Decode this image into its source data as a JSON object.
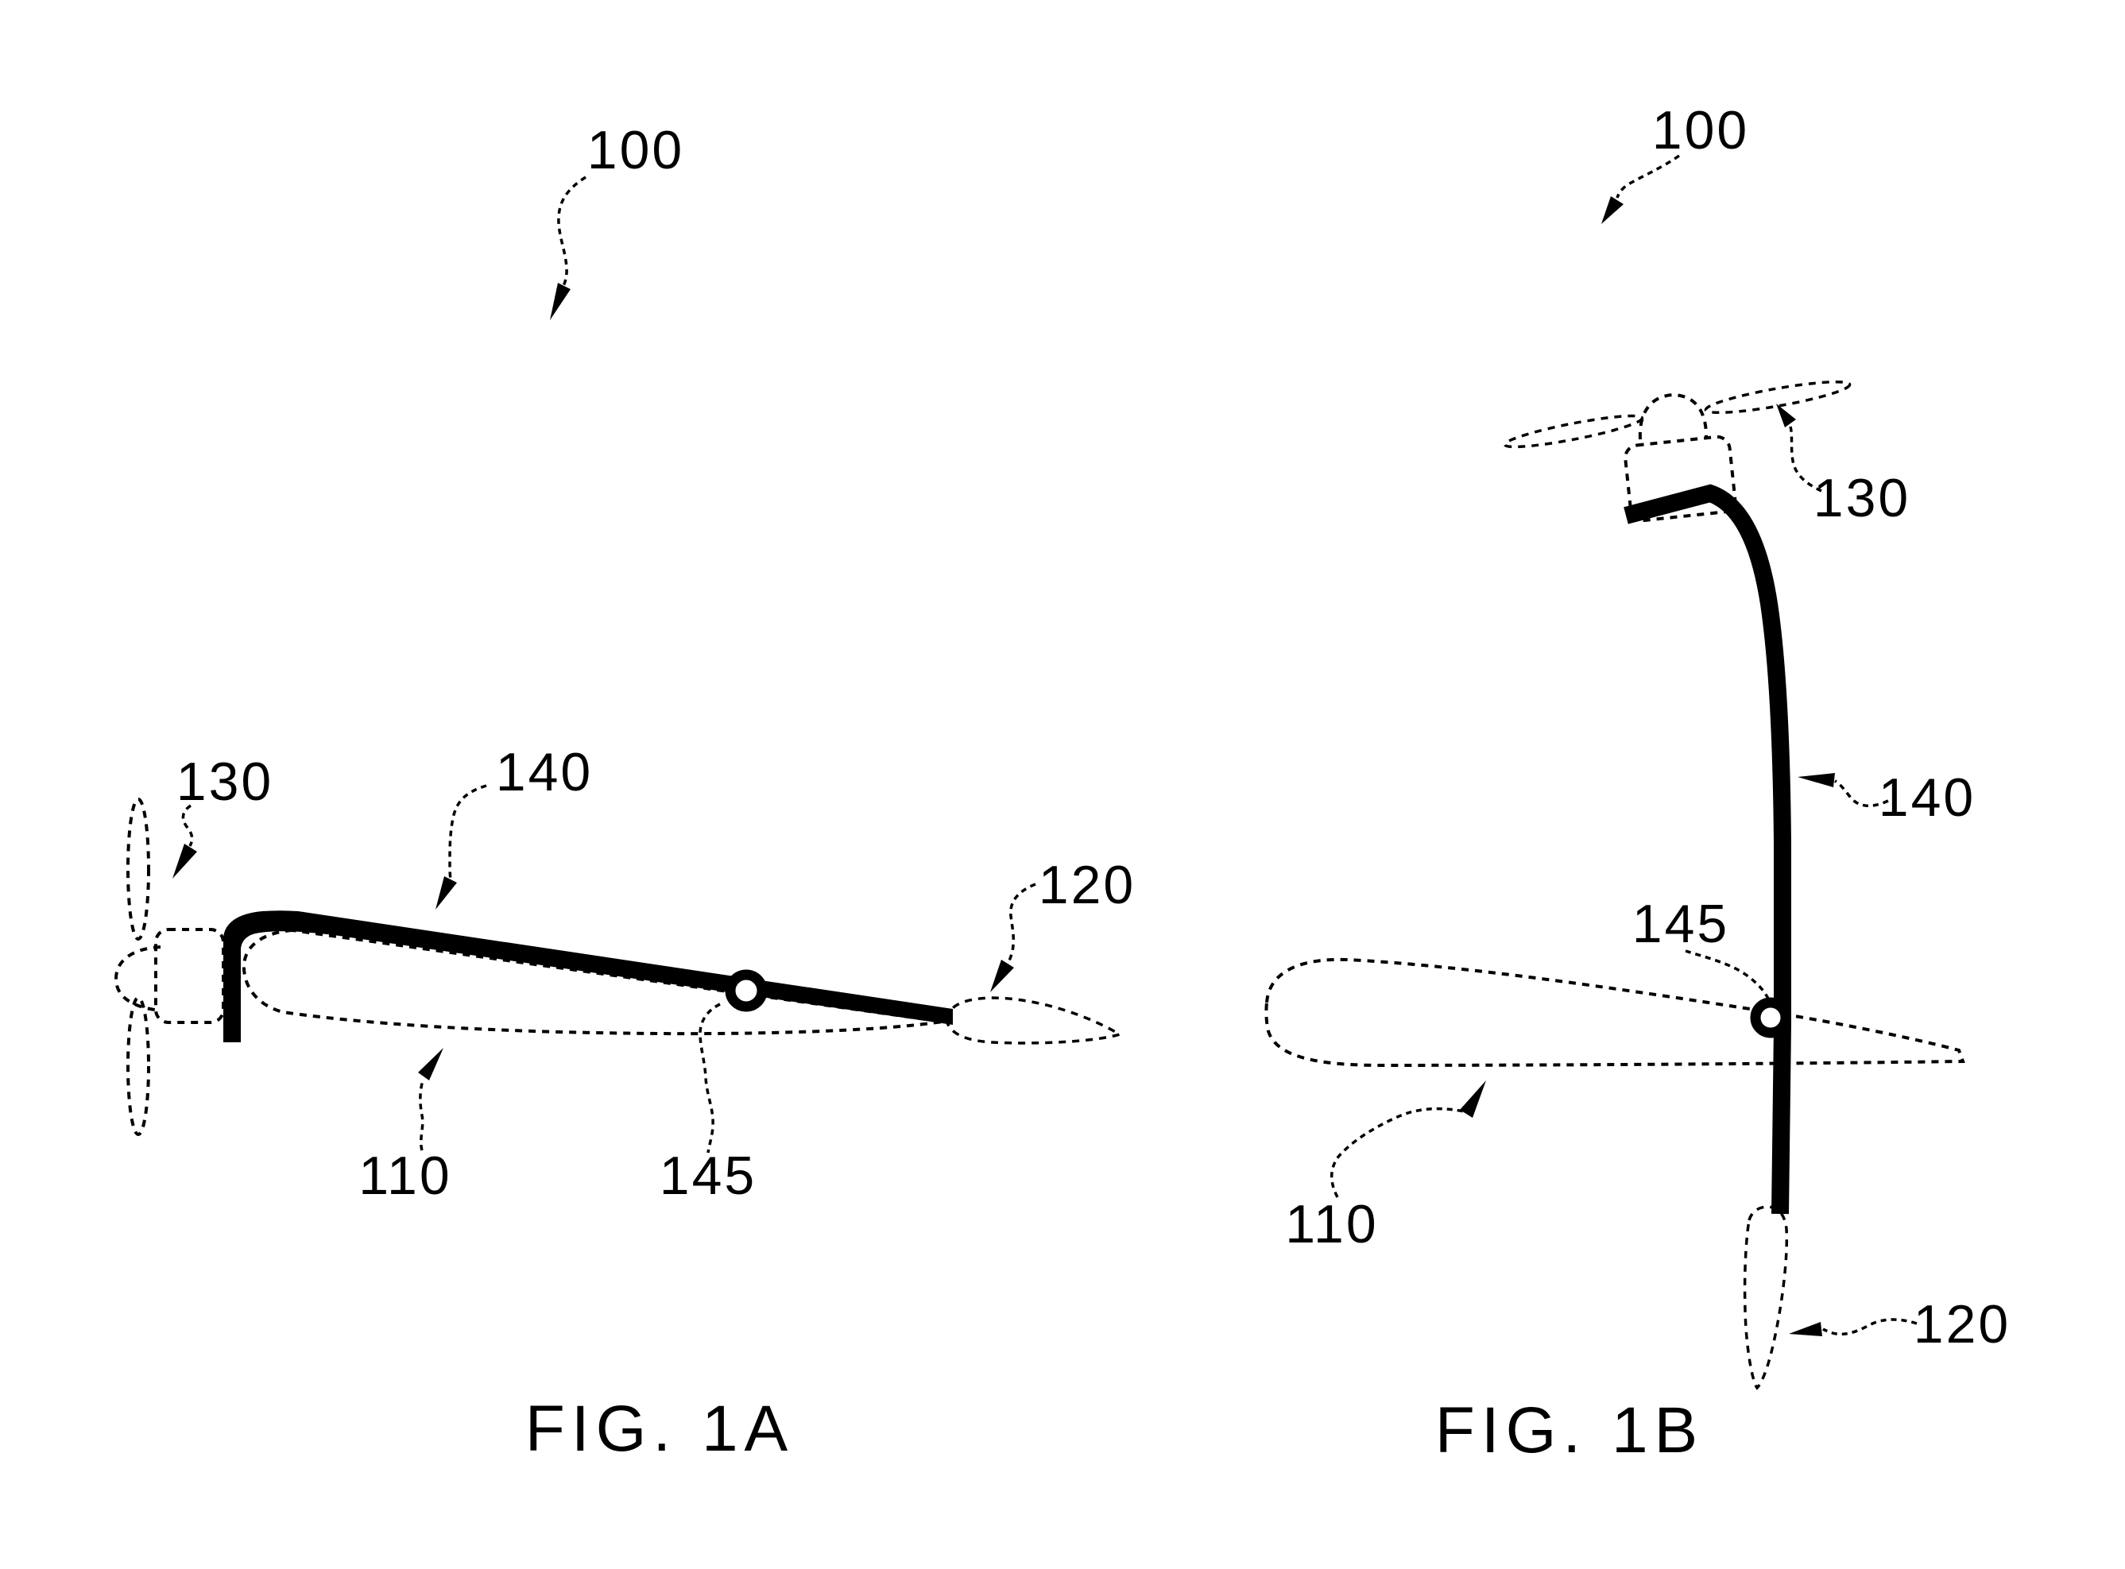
{
  "document": {
    "type": "patent-figure-sheet",
    "background_color": "#ffffff",
    "ink_color": "#000000",
    "figures": [
      {
        "id": "fig-1a",
        "caption": "FIG. 1A",
        "view": "side view of aircraft",
        "reference_numerals": {
          "assembly": "100",
          "fuselage": "110",
          "tail": "120",
          "propeller": "130",
          "wing": "140",
          "pivot": "145"
        }
      },
      {
        "id": "fig-1b",
        "caption": "FIG. 1B",
        "view": "rotated / front view of aircraft",
        "reference_numerals": {
          "assembly": "100",
          "fuselage": "110",
          "tail": "120",
          "propeller": "130",
          "wing": "140",
          "pivot": "145"
        }
      }
    ]
  }
}
